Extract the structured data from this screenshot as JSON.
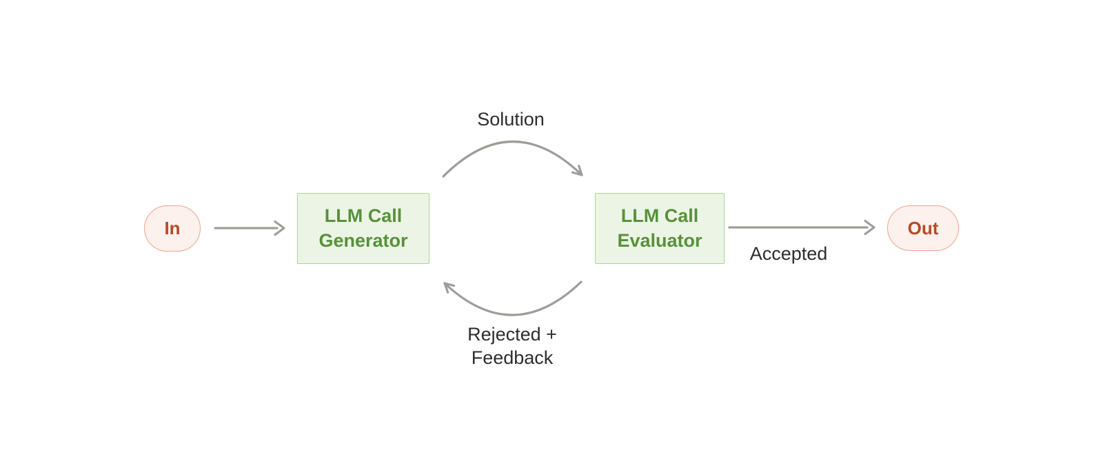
{
  "nodes": {
    "input": {
      "label": "In"
    },
    "generator": {
      "label": "LLM Call Generator"
    },
    "evaluator": {
      "label": "LLM Call Evaluator"
    },
    "output": {
      "label": "Out"
    }
  },
  "edges": {
    "in_to_generator": {
      "label": ""
    },
    "generator_to_evaluator": {
      "label": "Solution"
    },
    "evaluator_to_out": {
      "label": "Accepted"
    },
    "evaluator_to_generator": {
      "label": "Rejected + Feedback"
    }
  },
  "colors": {
    "background": "#ffffff",
    "node_green_bg": "#ecf5e5",
    "node_green_border": "#aed197",
    "node_green_text": "#57913a",
    "pill_pink_bg": "#fcf1ec",
    "pill_pink_border": "#eda58b",
    "pill_pink_text": "#b84a26",
    "arrow_gray": "#9d9d99",
    "label_text": "#2d2d2d"
  }
}
